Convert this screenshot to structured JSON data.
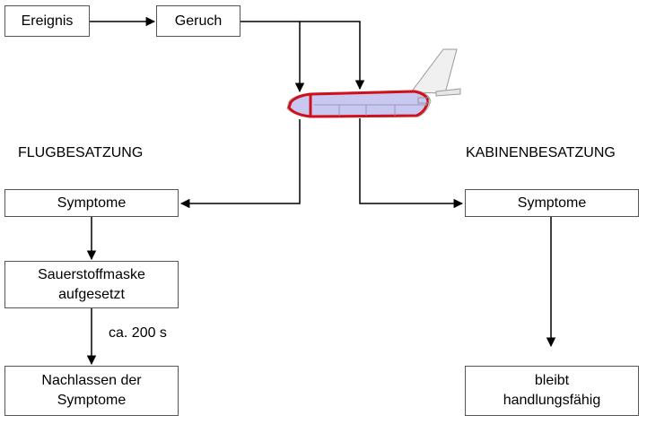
{
  "diagram": {
    "nodes": {
      "ereignis": "Ereignis",
      "geruch": "Geruch",
      "symptome_flug": "Symptome",
      "sauerstoffmaske": "Sauerstoffmaske\naufgesetzt",
      "nachlassen": "Nachlassen der\nSymptome",
      "symptome_kabine": "Symptome",
      "handlungsfaehig": "bleibt\nhandlungsfähig"
    },
    "labels": {
      "flugbesatzung": "FLUGBESATZUNG",
      "kabinenbesatzung": "KABINENBESATZUNG",
      "time": "ca. 200 s"
    },
    "colors": {
      "arrow": "#000000",
      "box_border": "#555555",
      "aircraft_outline": "#d0101a",
      "aircraft_fill": "#c8c8f0",
      "aircraft_body": "#eeeeee"
    },
    "icons": [
      "aircraft-icon"
    ]
  }
}
